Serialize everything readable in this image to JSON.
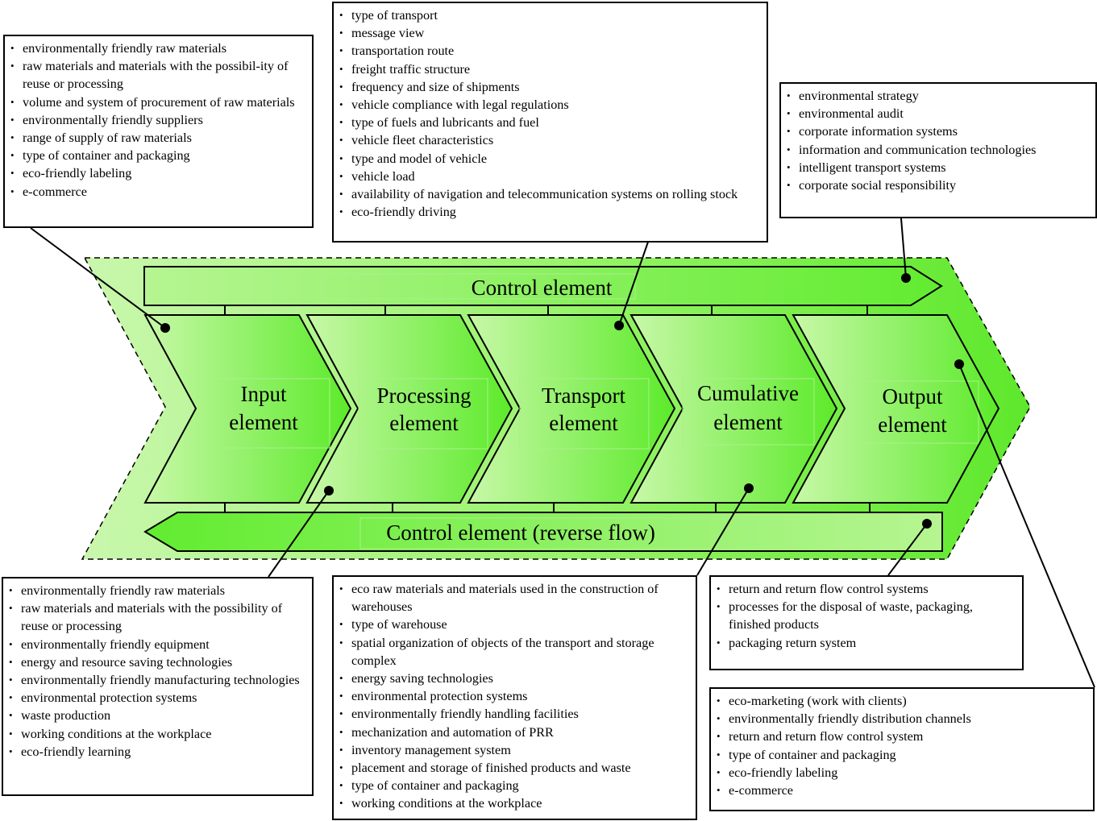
{
  "colors": {
    "green_bright": "#66ee33",
    "green_light": "#b8f590",
    "outline": "#000000"
  },
  "control_top": {
    "label": "Control element"
  },
  "control_bottom": {
    "label": "Control element (reverse flow)"
  },
  "stages": [
    {
      "line1": "Input",
      "line2": "element"
    },
    {
      "line1": "Processing",
      "line2": "element"
    },
    {
      "line1": "Transport",
      "line2": "element"
    },
    {
      "line1": "Cumulative",
      "line2": "element"
    },
    {
      "line1": "Output",
      "line2": "element"
    }
  ],
  "boxes": {
    "top_left": [
      "environmentally friendly raw materials",
      "raw materials and materials with the possibil-ity of reuse or processing",
      "volume and system of procurement of raw materials",
      "environmentally friendly suppliers",
      "range of supply of raw materials",
      "type of container and packaging",
      "eco-friendly labeling",
      "e-commerce"
    ],
    "top_center": [
      "type of transport",
      "message view",
      "transportation route",
      "freight traffic structure",
      "frequency and size of shipments",
      "vehicle compliance with legal regulations",
      "type of fuels and lubricants and fuel",
      "vehicle fleet characteristics",
      "type and model of vehicle",
      "vehicle load",
      "availability of navigation and telecommunication systems on rolling stock",
      "eco-friendly driving"
    ],
    "top_right": [
      "environmental strategy",
      "environmental audit",
      "corporate information systems",
      "information and communication technologies",
      "intelligent transport systems",
      "corporate social responsibility"
    ],
    "bottom_left": [
      "environmentally friendly raw materials",
      "raw materials and materials with the possibility of reuse or processing",
      "environmentally friendly equipment",
      "energy and resource saving technologies",
      "environmentally friendly manufacturing technologies",
      "environmental protection systems",
      "waste production",
      "working conditions at the workplace",
      "eco-friendly learning"
    ],
    "bottom_center": [
      "eco raw materials and materials used in the construction of warehouses",
      "type of warehouse",
      "spatial organization of objects of the transport and storage complex",
      "energy saving technologies",
      "environmental protection systems",
      "environmentally friendly handling facilities",
      "mechanization and automation of PRR",
      "inventory management system",
      "placement and storage of finished products and waste",
      "type of container and packaging",
      "working conditions at the workplace"
    ],
    "bottom_right_1": [
      "return and return flow control systems",
      "processes for the disposal of waste, packaging, finished products",
      "packaging return system"
    ],
    "bottom_right_2": [
      "eco-marketing (work with clients)",
      "environmentally friendly distribution channels",
      "return and return flow control system",
      "type of container and packaging",
      "eco-friendly labeling",
      "e-commerce"
    ]
  }
}
